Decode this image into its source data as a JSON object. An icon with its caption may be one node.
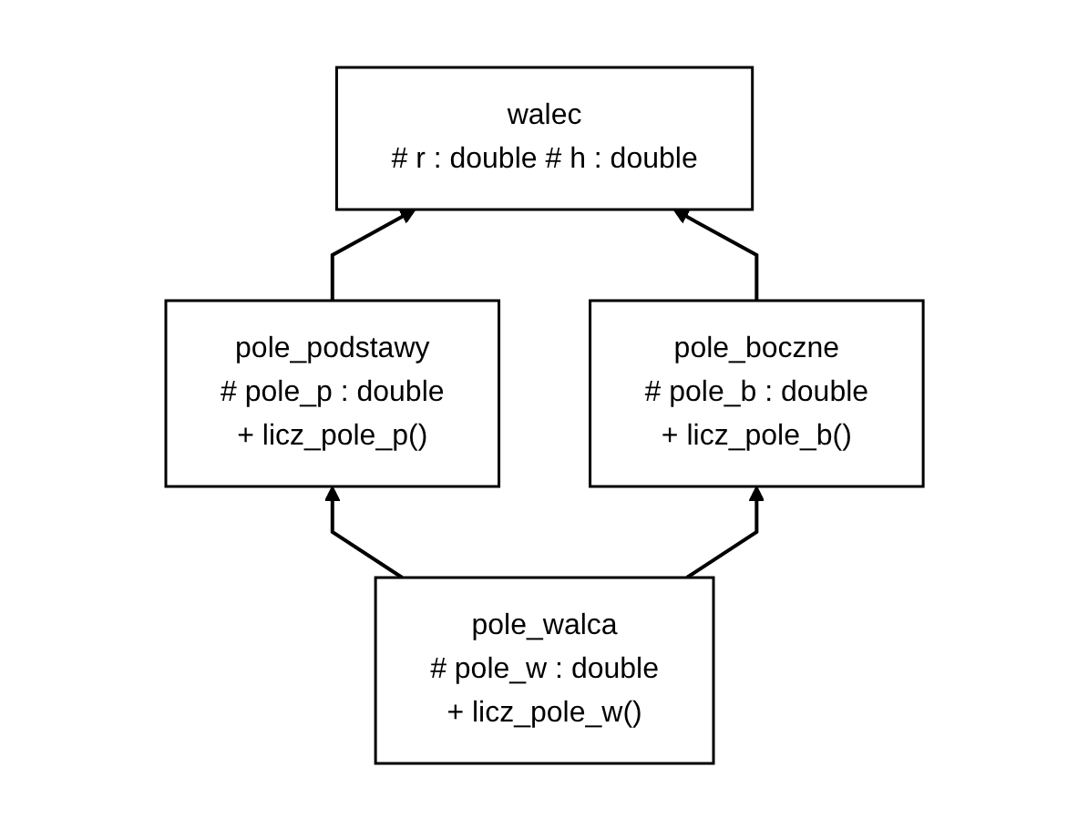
{
  "diagram": {
    "nodes": [
      {
        "text": [
          "walec",
          "# r : double # h : double"
        ]
      },
      {
        "text": [
          "pole_podstawy",
          "# pole_p : double",
          "+ licz_pole_p()"
        ]
      },
      {
        "text": [
          "pole_boczne",
          "# pole_b : double",
          "+ licz_pole_b()"
        ]
      },
      {
        "text": [
          "pole_walca",
          "# pole_w : double",
          "+ licz_pole_w()"
        ]
      }
    ],
    "edges": [
      {
        "from": 1,
        "to": 0,
        "arrow": "to"
      },
      {
        "from": 2,
        "to": 0,
        "arrow": "to"
      },
      {
        "from": 3,
        "to": 1,
        "arrow": "to"
      },
      {
        "from": 3,
        "to": 2,
        "arrow": "to"
      }
    ]
  }
}
